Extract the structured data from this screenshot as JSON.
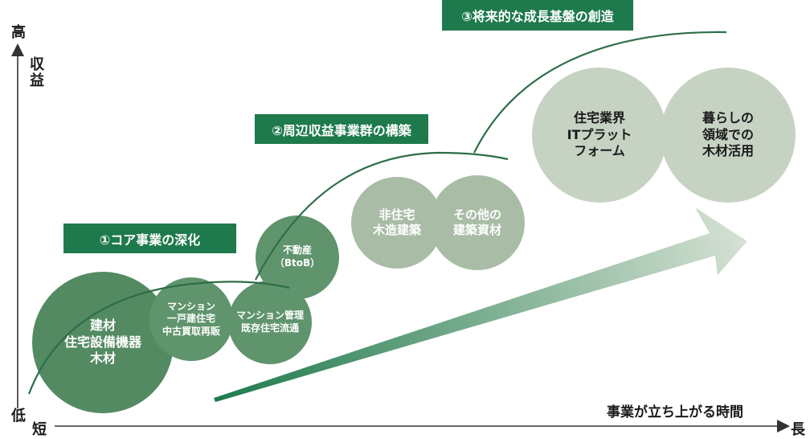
{
  "axis": {
    "y_high": "高",
    "y_title": "収益",
    "y_low": "低",
    "x_short": "短",
    "x_long": "長",
    "x_title": "事業が立ち上がる時間"
  },
  "phases": [
    {
      "id": "phase-1",
      "label": "①コア事業の深化"
    },
    {
      "id": "phase-2",
      "label": "②周辺収益事業群の構築"
    },
    {
      "id": "phase-3",
      "label": "③将来的な成長基盤の創造"
    }
  ],
  "circles": [
    {
      "id": "core-building-materials",
      "text": "建材\n住宅設備機器\n木材"
    },
    {
      "id": "condo-house-resale",
      "text": "マンション\n一戸建住宅\n中古買取再販"
    },
    {
      "id": "condo-management",
      "text": "マンション管理\n既存住宅流通"
    },
    {
      "id": "real-estate-btob",
      "text": "不動産\n（BtoB）"
    },
    {
      "id": "non-residential-wood",
      "text": "非住宅\n木造建築"
    },
    {
      "id": "other-building-materials",
      "text": "その他の\n建築資材"
    },
    {
      "id": "housing-it-platform",
      "text": "住宅業界\nITプラット\nフォーム"
    },
    {
      "id": "wood-in-living",
      "text": "暮らしの\n領域での\n木材活用"
    }
  ],
  "colors": {
    "dark_green": "#1e7a4c",
    "mid_green": "#4f8f63",
    "circle_1_fill": "#548a62",
    "circle_2_fill": "#5f946c",
    "circle_3_fill": "#a9bda6",
    "circle_4_fill": "#c6d3c3",
    "arrow_start": "#1e7a4c",
    "arrow_end": "#d6e1d4"
  }
}
